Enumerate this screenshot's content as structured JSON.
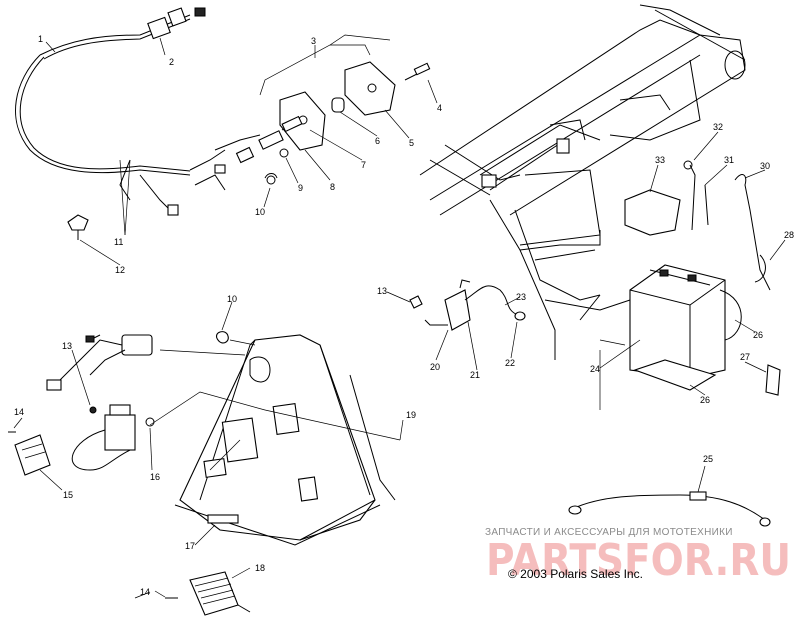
{
  "callouts": {
    "c1": "1",
    "c2": "2",
    "c3": "3",
    "c4": "4",
    "c5": "5",
    "c6": "6",
    "c7": "7",
    "c8": "8",
    "c9": "9",
    "c10a": "10",
    "c10b": "10",
    "c11": "11",
    "c12": "12",
    "c13a": "13",
    "c13b": "13",
    "c14a": "14",
    "c14b": "14",
    "c15": "15",
    "c16": "16",
    "c17": "17",
    "c18": "18",
    "c19": "19",
    "c20": "20",
    "c21": "21",
    "c22": "22",
    "c23": "23",
    "c24": "24",
    "c25": "25",
    "c26a": "26",
    "c26b": "26",
    "c27": "27",
    "c28": "28",
    "c30": "30",
    "c31": "31",
    "c32": "32",
    "c33": "33"
  },
  "watermark": {
    "caption": "ЗАПЧАСТИ И АКСЕССУАРЫ ДЛЯ МОТОТЕХНИКИ",
    "logo": "PARTSFOR.RU"
  },
  "copyright": "© 2003 Polaris Sales Inc."
}
